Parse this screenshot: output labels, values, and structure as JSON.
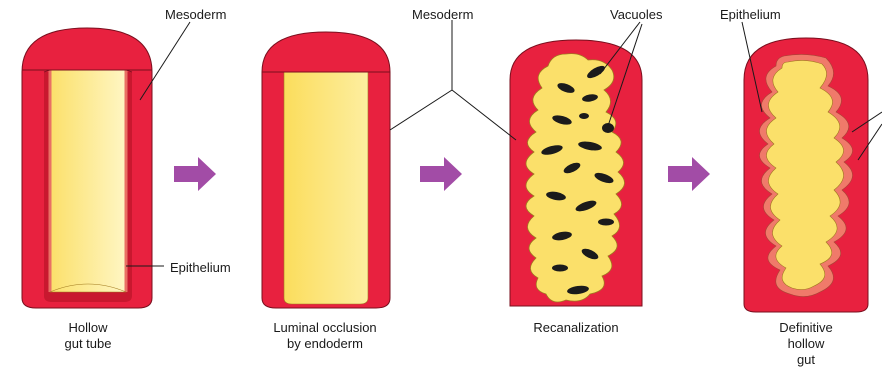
{
  "labels": {
    "mesoderm_1": "Mesoderm",
    "mesoderm_2": "Mesoderm",
    "vacuoles": "Vacuoles",
    "epithelium_top": "Epithelium",
    "epithelium_side": "Epithelium"
  },
  "captions": {
    "stage1_line1": "Hollow",
    "stage1_line2": "gut tube",
    "stage2_line1": "Luminal occlusion",
    "stage2_line2": "by endoderm",
    "stage3_line1": "Recanalization",
    "stage4_line1": "Definitive",
    "stage4_line2": "hollow",
    "stage4_line3": "gut"
  },
  "colors": {
    "mesoderm": "#e8213f",
    "mesoderm_dark": "#b5172f",
    "lumen": "#fbe06a",
    "lumen_light": "#fff6c4",
    "epithelium": "#f07a6a",
    "vacuole": "#1b1b1b",
    "arrow": "#a24ca6"
  }
}
